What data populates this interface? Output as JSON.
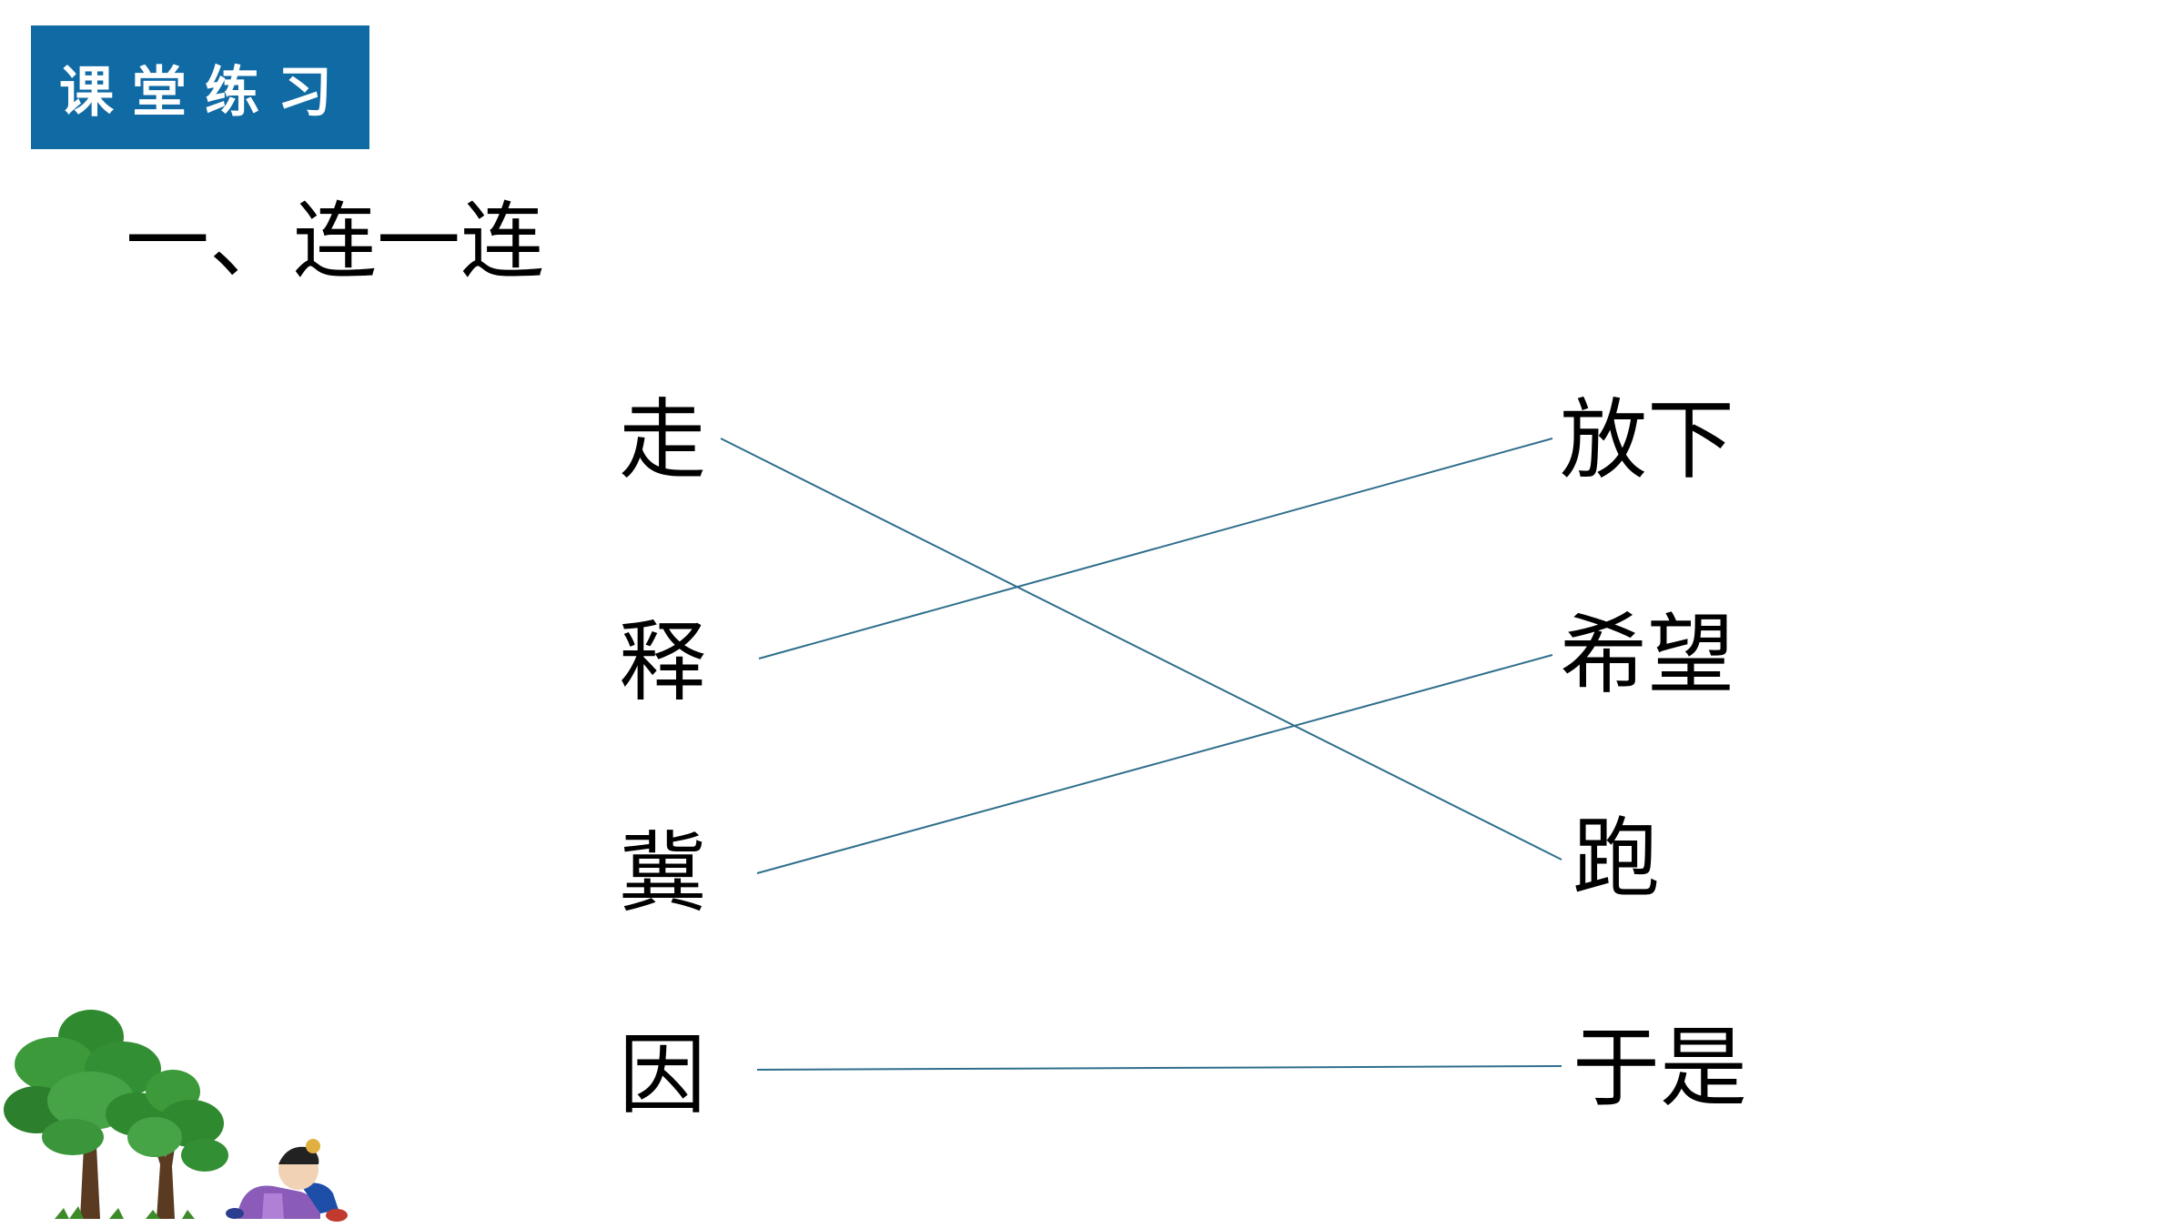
{
  "header": {
    "label": "课堂练习",
    "bg_color": "#106aa4"
  },
  "section": {
    "title": "一、连一连"
  },
  "exercise": {
    "left_items": [
      "走",
      "释",
      "冀",
      "因"
    ],
    "right_items": [
      "放下",
      "希望",
      "跑",
      "于是"
    ],
    "line_color": "#2f6e8c"
  },
  "decoration": {
    "icons": [
      "tree-icon",
      "sleeping-farmer-icon"
    ]
  }
}
